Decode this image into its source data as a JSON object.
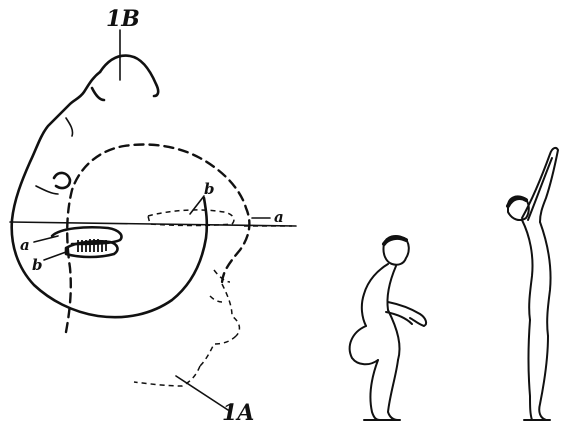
{
  "labels": {
    "top_head": "1B",
    "bottom_head": "1A",
    "a_left": "a",
    "b_left": "b",
    "a_right": "a",
    "b_right": "b"
  }
}
